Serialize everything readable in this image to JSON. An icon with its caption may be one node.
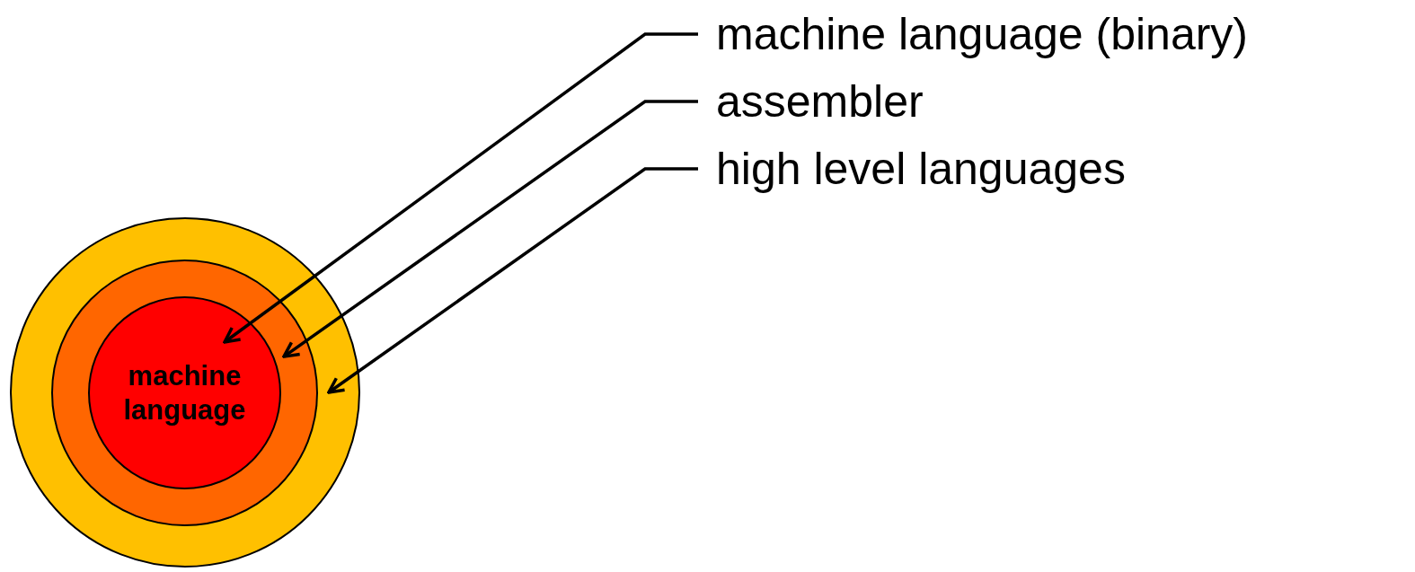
{
  "diagram": {
    "nodes": [
      {
        "text": [],
        "shape": "circle"
      },
      {
        "text": [],
        "shape": "circle",
        "in": 0
      },
      {
        "text": [
          "machine language"
        ],
        "in": 1
      },
      {
        "text": [
          "machine language (binary)"
        ]
      },
      {
        "text": [
          "assembler"
        ]
      },
      {
        "text": [
          "high level languages"
        ]
      }
    ],
    "edges": [
      {
        "from": 3,
        "to": 2,
        "arrow": "to"
      },
      {
        "from": 4,
        "to": 1,
        "arrow": "to"
      },
      {
        "from": 5,
        "to": 0,
        "arrow": "to"
      }
    ]
  }
}
